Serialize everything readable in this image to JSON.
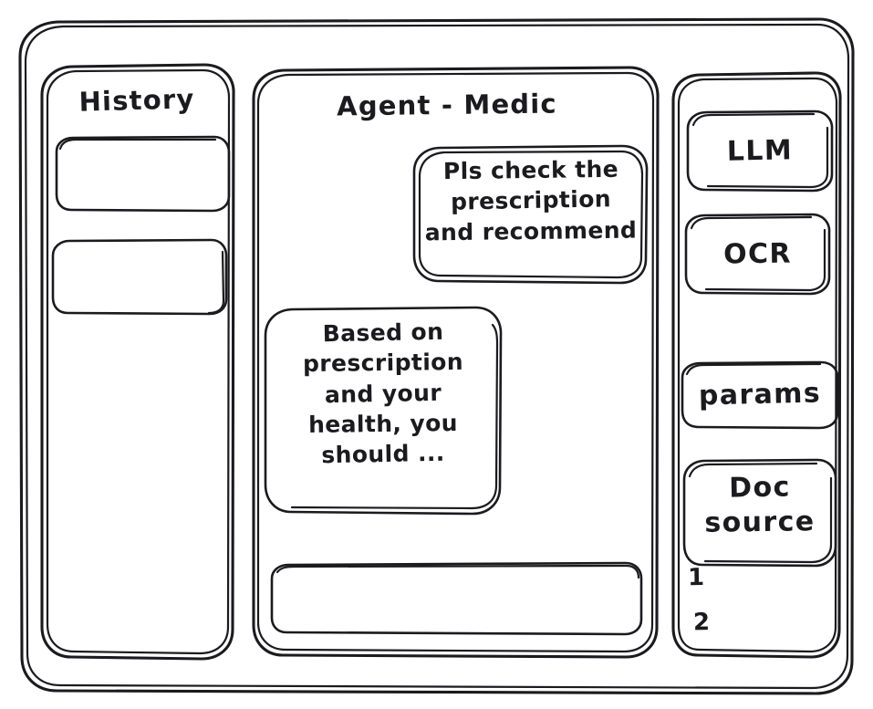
{
  "window": {
    "style": "hand-drawn wireframe",
    "background_color": "#ffffff",
    "stroke_color": "#1b1b1f"
  },
  "history_panel": {
    "title": "History",
    "items": [
      {
        "label": "",
        "name": "history-item-1"
      },
      {
        "label": "",
        "name": "history-item-2"
      }
    ]
  },
  "chat_panel": {
    "title": "Agent - Medic",
    "messages": [
      {
        "role": "user",
        "text": "Pls check the prescription and recommend",
        "lines": [
          "Pls check the",
          "prescription",
          "and recommend"
        ],
        "align": "right"
      },
      {
        "role": "assistant",
        "text": "Based on prescription and your health, you should ...",
        "lines": [
          "Based on",
          "prescription",
          "and your",
          "health, you",
          "should ..."
        ],
        "align": "left"
      }
    ],
    "input": {
      "value": "",
      "placeholder": ""
    }
  },
  "tools_panel": {
    "cards": [
      {
        "label": "LLM",
        "name": "llm-card"
      },
      {
        "label": "OCR",
        "name": "ocr-card"
      },
      {
        "label": "params",
        "name": "params-card"
      },
      {
        "label": "Doc source",
        "lines": [
          "Doc",
          "source"
        ],
        "name": "doc-source-card"
      }
    ],
    "doc_source_items": [
      "1",
      "2"
    ]
  }
}
